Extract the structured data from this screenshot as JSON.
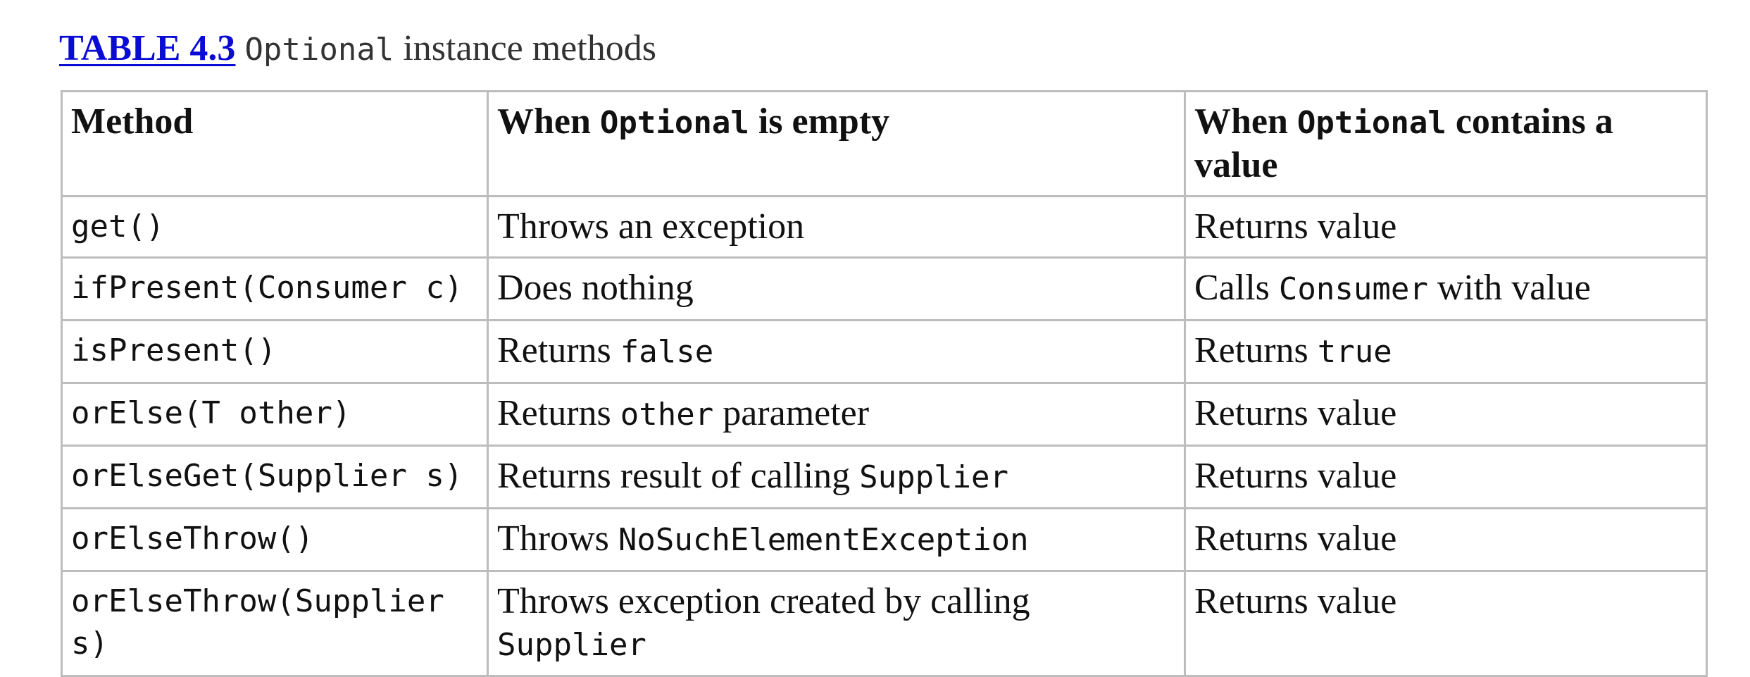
{
  "caption": {
    "label": "TABLE 4.3",
    "code": "Optional",
    "text": " instance methods"
  },
  "headers": {
    "method": "Method",
    "empty_prefix": "When ",
    "empty_code": "Optional",
    "empty_suffix": " is empty",
    "value_prefix": "When ",
    "value_code": "Optional",
    "value_suffix": " contains a value"
  },
  "rows": [
    {
      "method": "get()",
      "empty": [
        {
          "t": "Throws an exception"
        }
      ],
      "value": [
        {
          "t": "Returns value"
        }
      ]
    },
    {
      "method": "ifPresent(Consumer c)",
      "empty": [
        {
          "t": "Does nothing"
        }
      ],
      "value": [
        {
          "t": "Calls "
        },
        {
          "c": "Consumer"
        },
        {
          "t": " with value"
        }
      ]
    },
    {
      "method": "isPresent()",
      "empty": [
        {
          "t": "Returns "
        },
        {
          "c": "false"
        }
      ],
      "value": [
        {
          "t": "Returns "
        },
        {
          "c": "true"
        }
      ]
    },
    {
      "method": "orElse(T other)",
      "empty": [
        {
          "t": "Returns "
        },
        {
          "c": "other"
        },
        {
          "t": " parameter"
        }
      ],
      "value": [
        {
          "t": "Returns value"
        }
      ]
    },
    {
      "method": "orElseGet(Supplier s)",
      "empty": [
        {
          "t": "Returns result of calling "
        },
        {
          "c": "Supplier"
        }
      ],
      "value": [
        {
          "t": "Returns value"
        }
      ]
    },
    {
      "method": "orElseThrow()",
      "empty": [
        {
          "t": "Throws "
        },
        {
          "c": "NoSuchElementException"
        }
      ],
      "value": [
        {
          "t": "Returns value"
        }
      ]
    },
    {
      "method": "orElseThrow(Supplier s)",
      "empty": [
        {
          "t": "Throws exception created by calling "
        },
        {
          "c": "Supplier"
        }
      ],
      "value": [
        {
          "t": "Returns value"
        }
      ]
    }
  ]
}
